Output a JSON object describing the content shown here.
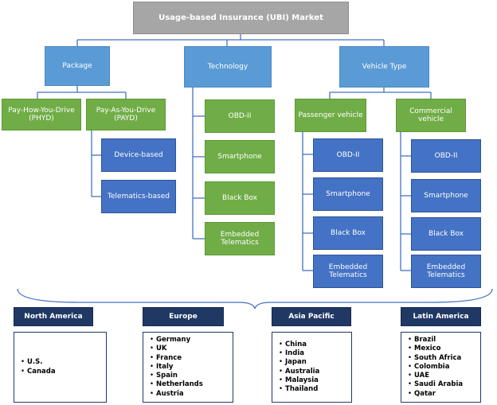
{
  "title": "Usage-based Insurance (UBI) Market",
  "level1": {
    "package": "Package",
    "technology": "Technology",
    "vehicle_type": "Vehicle Type"
  },
  "package": {
    "phyd": "Pay-How-You-Drive (PHYD)",
    "payd": "Pay-As-You-Drive (PAYD)",
    "payd_children": [
      "Device-based",
      "Telematics-based"
    ]
  },
  "technology_items": [
    "OBD-II",
    "Smartphone",
    "Black Box",
    "Embedded\nTelematics"
  ],
  "vehicle": {
    "passenger": "Passenger vehicle",
    "commercial": "Commercial\nvehicle",
    "passenger_items": [
      "OBD-II",
      "Smartphone",
      "Black Box",
      "Embedded\nTelematics"
    ],
    "commercial_items": [
      "OBD-II",
      "Smartphone",
      "Black Box",
      "Embedded\nTelematics"
    ]
  },
  "regions": [
    {
      "name": "North America",
      "countries": [
        "U.S.",
        "Canada"
      ]
    },
    {
      "name": "Europe",
      "countries": [
        "Germany",
        "UK",
        "France",
        "Italy",
        "Spain",
        "Netherlands",
        "Austria"
      ]
    },
    {
      "name": "Asia Pacific",
      "countries": [
        "China",
        "India",
        "Japan",
        "Australia",
        "Malaysia",
        "Thailand"
      ]
    },
    {
      "name": "Latin America",
      "countries": [
        "Brazil",
        "Mexico",
        "South Africa",
        "Colombia",
        "UAE",
        "Saudi Arabia",
        "Qatar"
      ]
    }
  ],
  "bullet": "•",
  "colors": {
    "title_gray": "#a6a6a6",
    "light_blue": "#5b9bd5",
    "green": "#70ad47",
    "dark_blue": "#4472c4",
    "navy": "#203864",
    "connector": "#4472c4"
  }
}
